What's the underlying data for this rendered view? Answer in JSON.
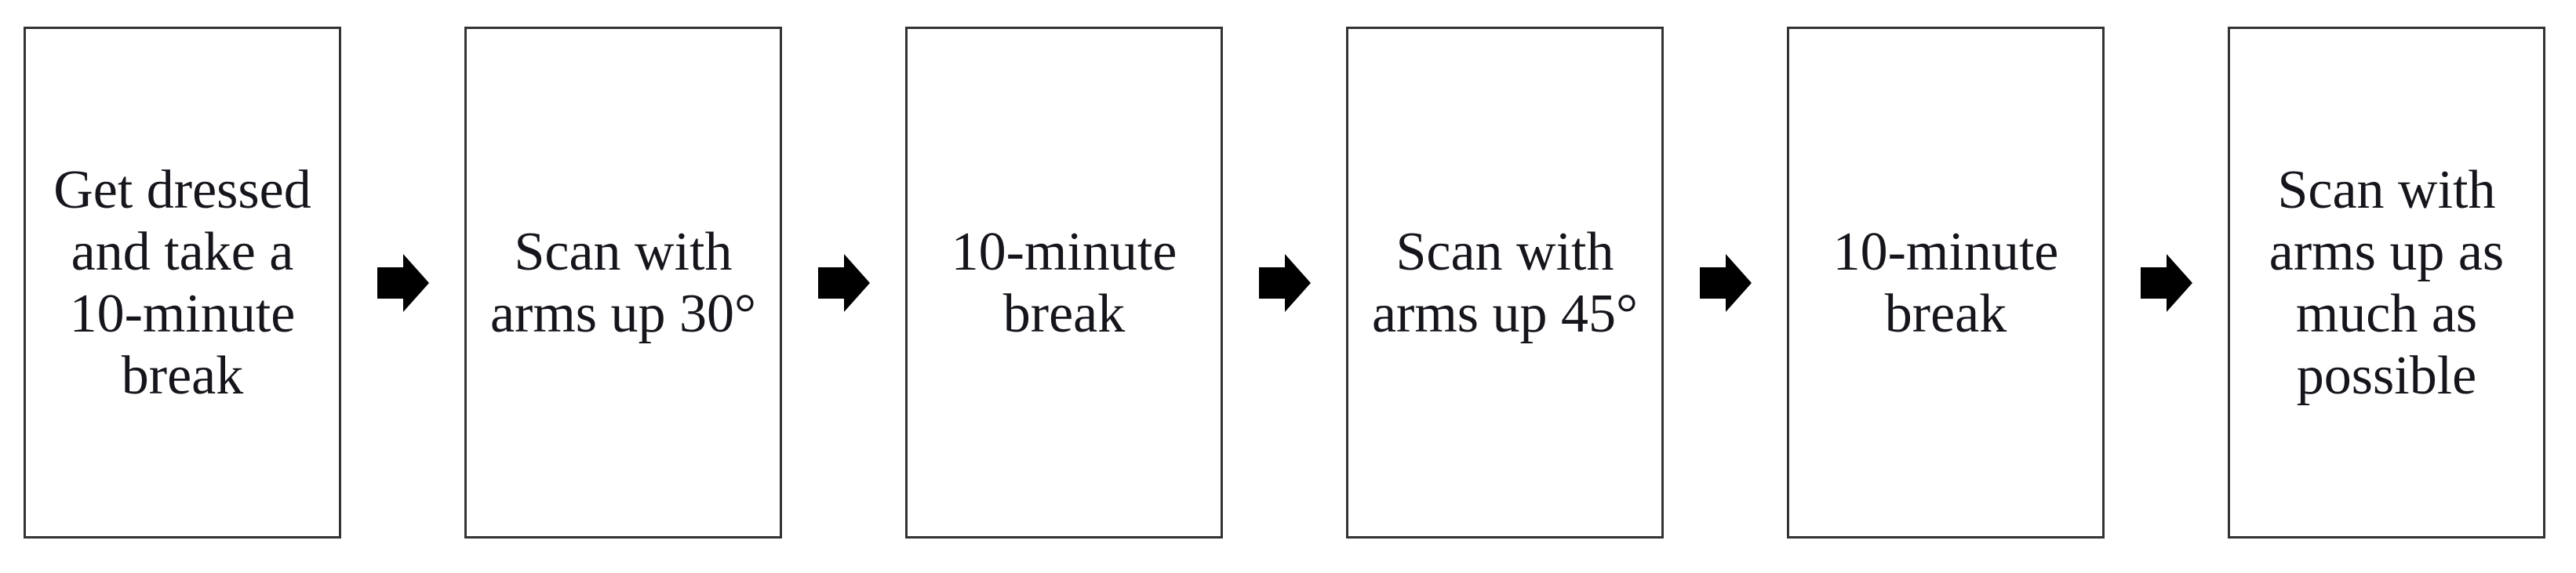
{
  "diagram": {
    "description": "Scanning protocol flowchart",
    "steps": [
      {
        "text": "Get dressed and take a 10-minute break",
        "lines": [
          "Get dressed",
          "and take a",
          "10-minute",
          "break"
        ]
      },
      {
        "text": "Scan with arms up 30°",
        "lines": [
          "Scan with",
          "arms up 30°"
        ]
      },
      {
        "text": "10-minute break",
        "lines": [
          "10-minute",
          "break"
        ]
      },
      {
        "text": "Scan with arms up 45°",
        "lines": [
          "Scan with",
          "arms up 45°"
        ]
      },
      {
        "text": "10-minute break",
        "lines": [
          "10-minute",
          "break"
        ]
      },
      {
        "text": "Scan with arms up as much as possible",
        "lines": [
          "Scan with",
          "arms up as",
          "much as",
          "possible"
        ]
      }
    ],
    "connector_icon": "right-block-arrow"
  },
  "colors": {
    "background": "#ffffff",
    "box_border": "#333333",
    "text": "#15151c",
    "arrow": "#000000"
  }
}
